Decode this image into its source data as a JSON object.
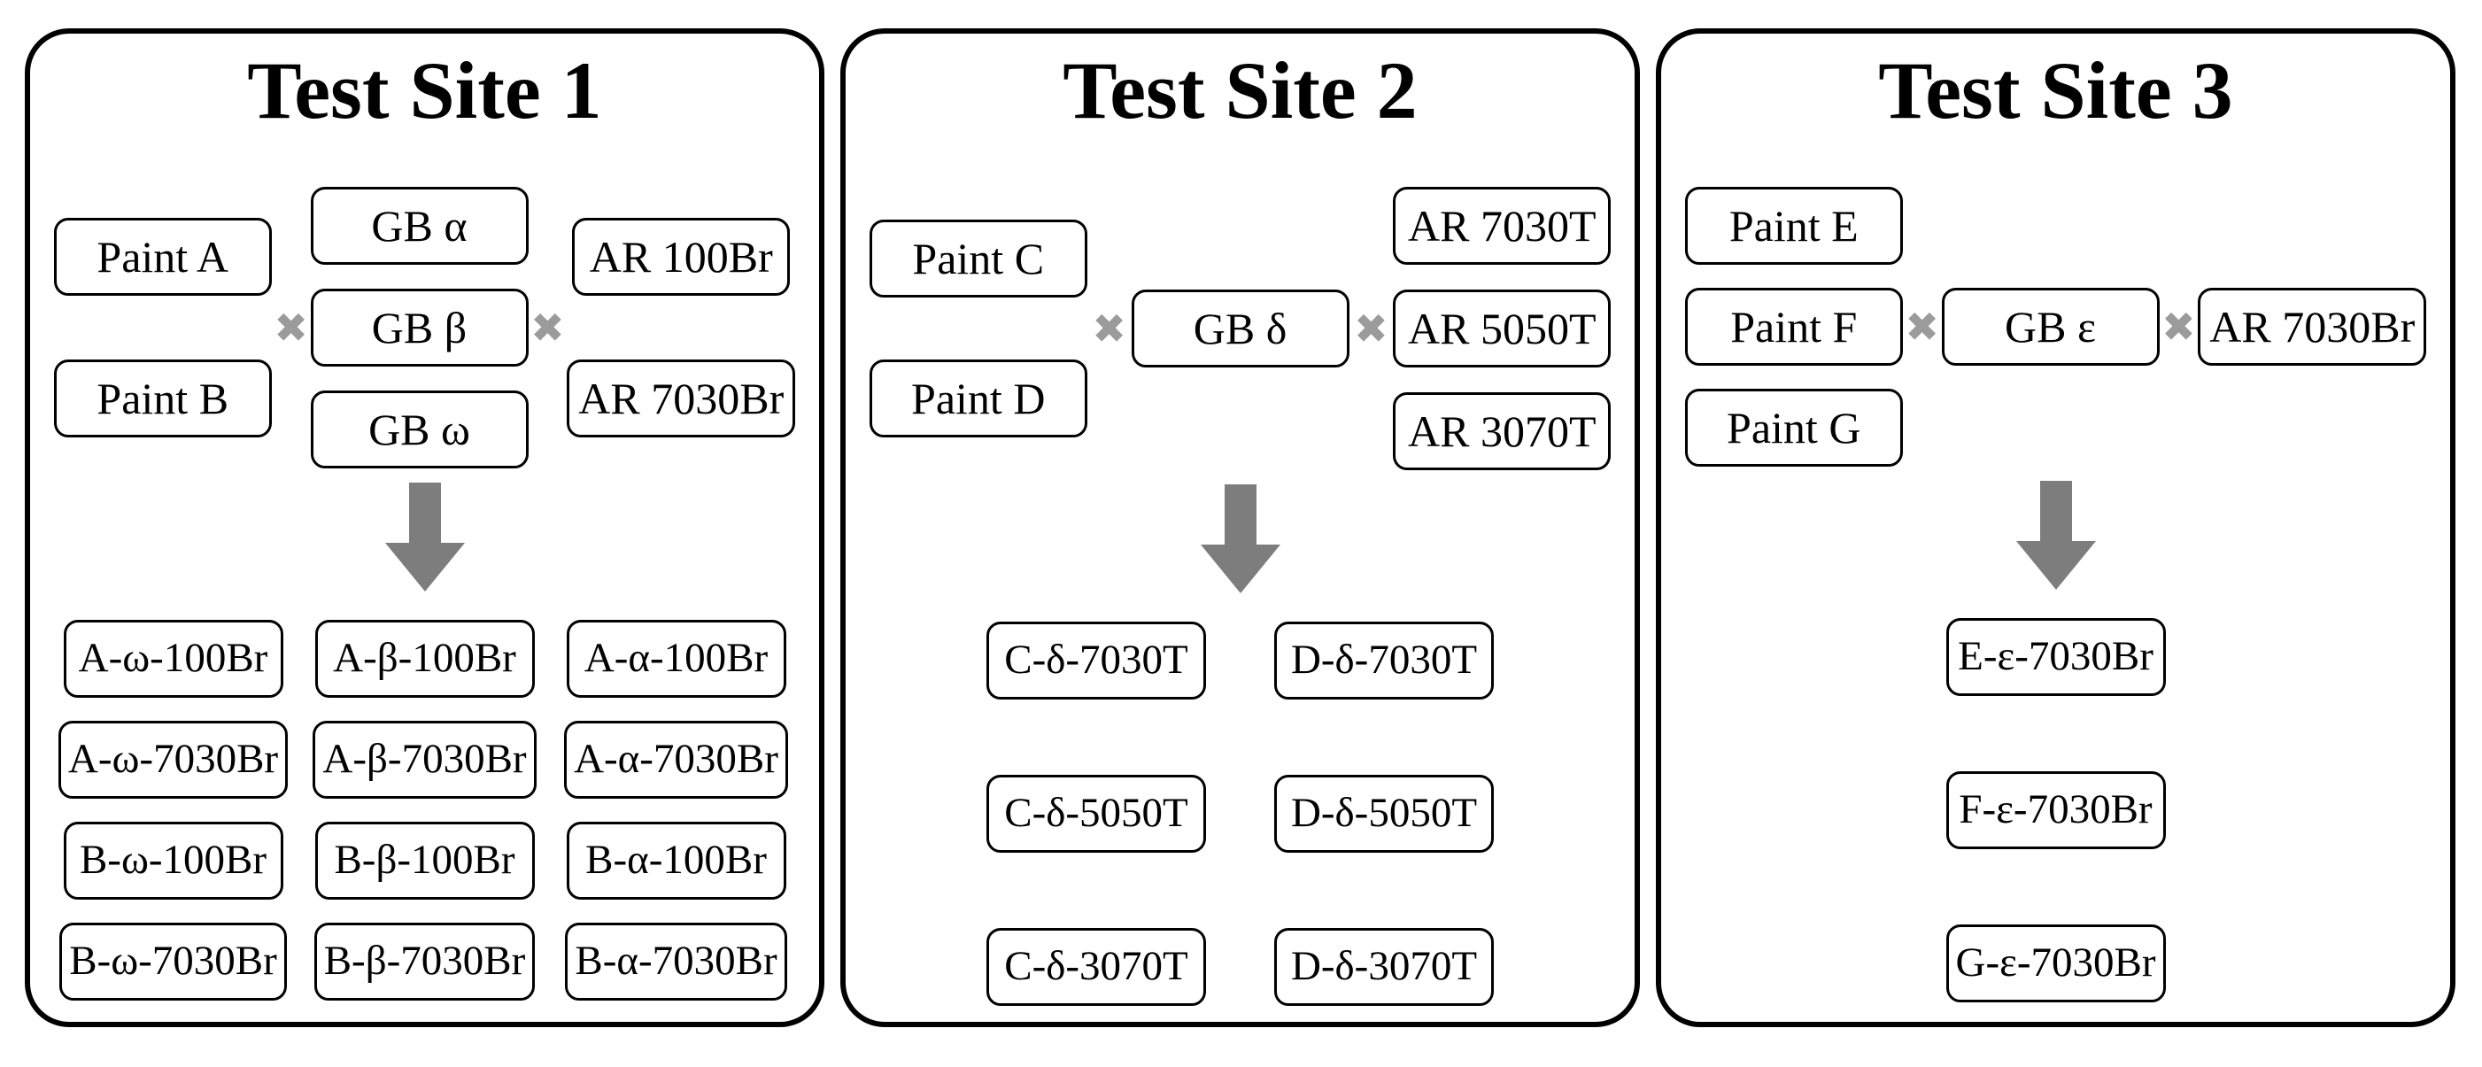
{
  "glyphs": {
    "cross": "✖"
  },
  "colors": {
    "page_background": "#ffffff",
    "panel_border": "#000000",
    "box_border": "#000000",
    "text": "#000000",
    "cross": "#9b9b9b",
    "arrow": "#7d7d7d"
  },
  "sites": [
    {
      "title": "Test Site 1",
      "paints": [
        "Paint A",
        "Paint B"
      ],
      "glass_beads": [
        "GB α",
        "GB β",
        "GB ω"
      ],
      "antiskid": [
        "AR 100Br",
        "AR 7030Br"
      ],
      "results": [
        [
          "A-ω-100Br",
          "A-β-100Br",
          "A-α-100Br"
        ],
        [
          "A-ω-7030Br",
          "A-β-7030Br",
          "A-α-7030Br"
        ],
        [
          "B-ω-100Br",
          "B-β-100Br",
          "B-α-100Br"
        ],
        [
          "B-ω-7030Br",
          "B-β-7030Br",
          "B-α-7030Br"
        ]
      ]
    },
    {
      "title": "Test Site 2",
      "paints": [
        "Paint C",
        "Paint D"
      ],
      "glass_beads": [
        "GB δ"
      ],
      "antiskid": [
        "AR 7030T",
        "AR 5050T",
        "AR 3070T"
      ],
      "results": [
        [
          "C-δ-7030T",
          "D-δ-7030T"
        ],
        [
          "C-δ-5050T",
          "D-δ-5050T"
        ],
        [
          "C-δ-3070T",
          "D-δ-3070T"
        ]
      ]
    },
    {
      "title": "Test Site 3",
      "paints": [
        "Paint E",
        "Paint F",
        "Paint G"
      ],
      "glass_beads": [
        "GB ε"
      ],
      "antiskid": [
        "AR 7030Br"
      ],
      "results": [
        [
          "E-ε-7030Br"
        ],
        [
          "F-ε-7030Br"
        ],
        [
          "G-ε-7030Br"
        ]
      ]
    }
  ]
}
